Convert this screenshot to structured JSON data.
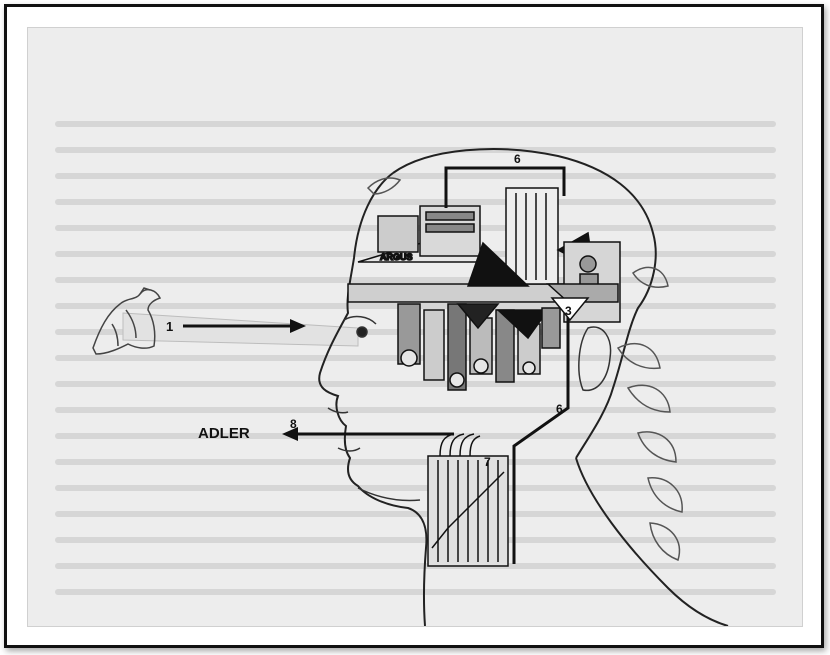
{
  "labels": {
    "number_1": "1",
    "number_3": "3",
    "number_6_top": "6",
    "number_6_side": "6",
    "number_7": "7",
    "number_8": "8",
    "adler": "ADLER",
    "pediment": "ARGUS"
  },
  "colors": {
    "ink": "#111111",
    "paper": "#ededed",
    "frame": "#111111",
    "ghost_text": "#d6d6d6"
  },
  "icons": {
    "bird": "eagle-sketch-icon",
    "arrow_in": "arrow-right-icon",
    "arrow_out": "arrow-left-icon"
  }
}
